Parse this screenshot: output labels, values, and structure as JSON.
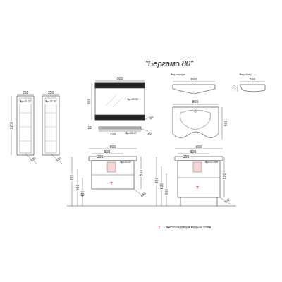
{
  "diagram": {
    "title": "\"Бергамо 80\"",
    "labels": [
      "250",
      "1200",
      "Арт.05.25",
      "320",
      "350",
      "Арт.05.30",
      "320",
      "800",
      "600",
      "Арт.02.06",
      "40",
      "10",
      "700",
      "Арт.06.07",
      "40",
      "Вид спереди",
      "800",
      "Вид сбоку",
      "500",
      "170",
      "800",
      "500",
      "800",
      "505",
      "295",
      "Арт.01.08",
      "850",
      "560",
      "480",
      "510",
      "460",
      "800",
      "505",
      "295",
      "Арт.01.08Н",
      "850",
      "630",
      "560",
      "510",
      "500",
      "Т",
      "Т",
      "Т"
    ],
    "legend": [
      {
        "text": "- место подвода воды и слив"
      }
    ]
  }
}
